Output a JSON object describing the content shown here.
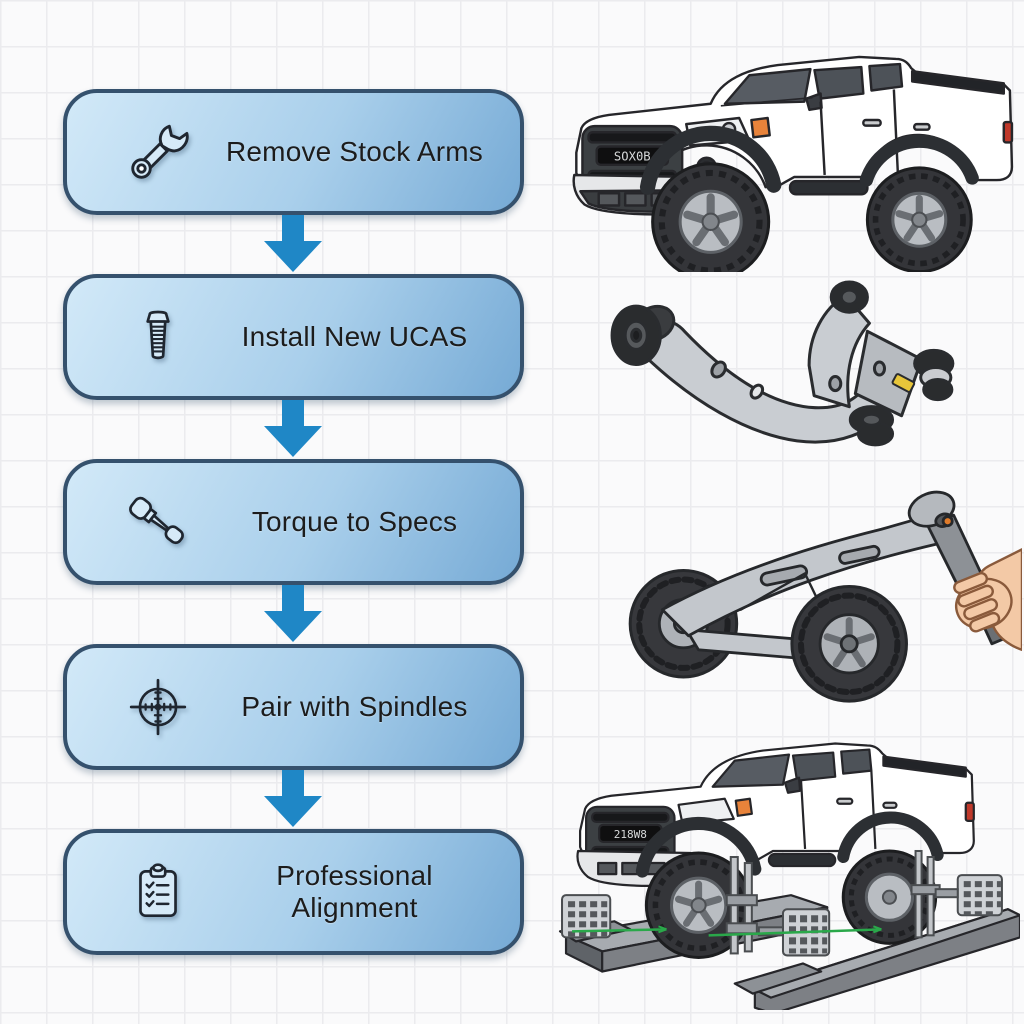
{
  "theme": {
    "bg": "#fafafb",
    "grid": "#ebebee",
    "box_a": "#d2e9f8",
    "box_b": "#76aad5",
    "box_border": "#35516d",
    "accent": "#1f87c6",
    "text": "#1c1c1c"
  },
  "flowchart": {
    "steps": [
      {
        "label": "Remove Stock Arms",
        "icon": "wrench"
      },
      {
        "label": "Install New UCAS",
        "icon": "bolt"
      },
      {
        "label": "Torque to Specs",
        "icon": "torque-driver"
      },
      {
        "label": "Pair with Spindles",
        "icon": "crosshair"
      },
      {
        "label": "Professional Alignment",
        "icon": "checklist-clipboard"
      }
    ]
  },
  "illustrations": {
    "truck_top": {
      "grille_text": "SOX0B"
    },
    "alignment_truck": {
      "grille_text": "218W8"
    }
  }
}
